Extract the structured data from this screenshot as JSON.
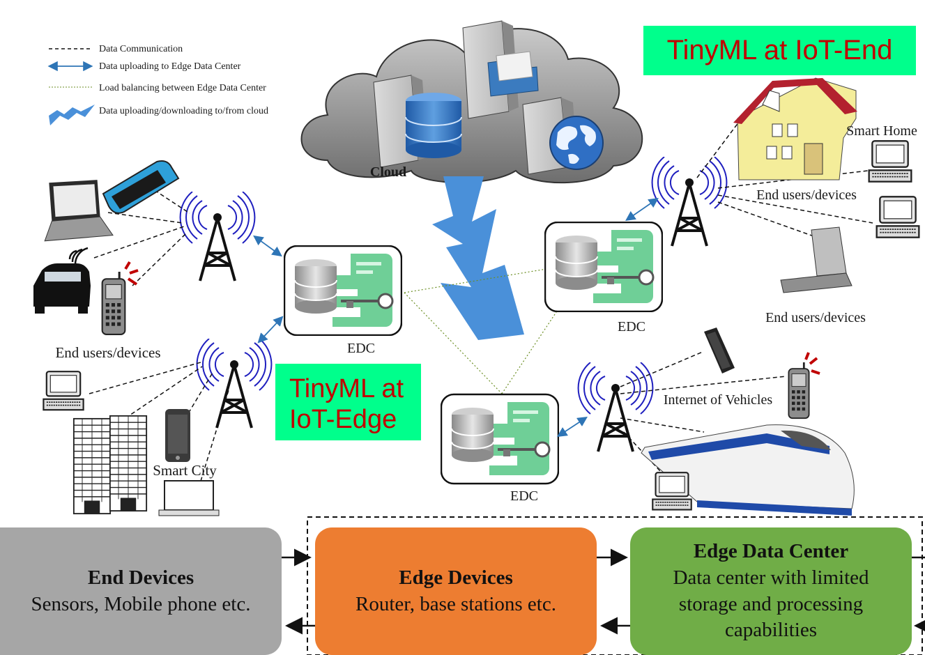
{
  "legend": {
    "items": [
      {
        "label": "Data Communication"
      },
      {
        "label": "Data uploading  to Edge Data Center"
      },
      {
        "label": "Load balancing  between Edge Data Center"
      },
      {
        "label": "Data uploading/downloading  to/from  cloud"
      }
    ]
  },
  "labels": {
    "cloud": "Cloud",
    "edc_left": "EDC",
    "edc_right": "EDC",
    "edc_bottom": "EDC",
    "end_users_left": "End users/devices",
    "end_users_top_right": "End users/devices",
    "end_users_right": "End users/devices",
    "smart_home": "Smart Home",
    "smart_city": "Smart City",
    "internet_of_vehicles": "Internet of Vehicles"
  },
  "tags": {
    "iot_end": "TinyML at IoT-End",
    "iot_edge_line1": "TinyML at",
    "iot_edge_line2": "IoT-Edge"
  },
  "pipeline": {
    "end_devices": {
      "title": "End Devices",
      "desc": "Sensors, Mobile phone etc."
    },
    "edge_devices": {
      "title": "Edge Devices",
      "desc": "Router, base stations etc."
    },
    "edge_dc": {
      "title": "Edge Data Center",
      "line1": "Data center with limited",
      "line2": "storage and processing",
      "line3": "capabilities"
    }
  },
  "colors": {
    "end_devices": "#a6a6a6",
    "edge_devices": "#ed7d31",
    "edge_dc": "#70ad47",
    "tag_bg": "#00ff8c",
    "tag_text": "#c00000",
    "upload_arrow": "#2e75b6",
    "cloud_bolt": "#4a90d9",
    "antenna_waves": "#1f1fbf"
  }
}
